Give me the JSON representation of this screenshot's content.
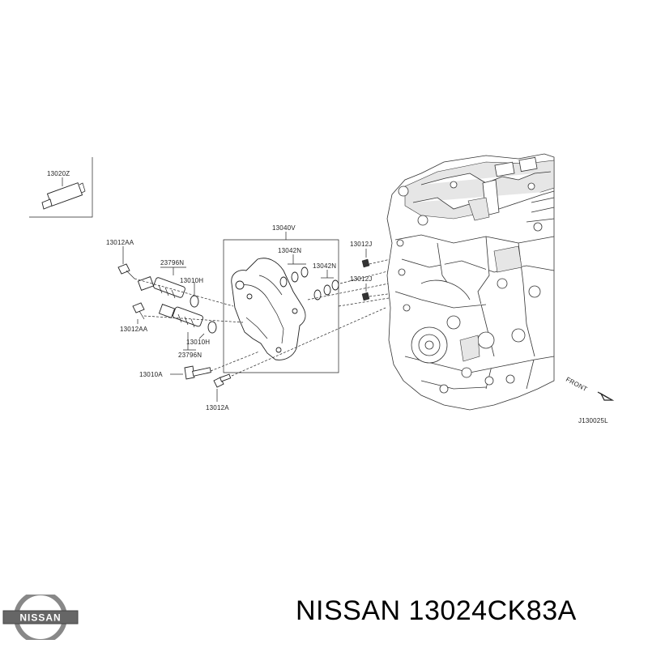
{
  "labels": {
    "l13020z": "13020Z",
    "l13040v": "13040V",
    "l13042n_a": "13042N",
    "l13042n_b": "13042N",
    "l13012aa_top": "13012AA",
    "l13012aa_bot": "13012AA",
    "l23796n_top": "23796N",
    "l23796n_bot": "23796N",
    "l13010h_top": "13010H",
    "l13010h_bot": "13010H",
    "l13012j_top": "13012J",
    "l13012j_bot": "13012J",
    "l13010a": "13010A",
    "l13012a": "13012A",
    "front": "FRONT",
    "diagram_code": "J130025L"
  },
  "brand": {
    "logo_text": "NISSAN"
  },
  "title": "NISSAN 13024CK83A",
  "icons": {
    "front_arrow": "arrow-icon",
    "logo": "nissan-logo-icon"
  }
}
